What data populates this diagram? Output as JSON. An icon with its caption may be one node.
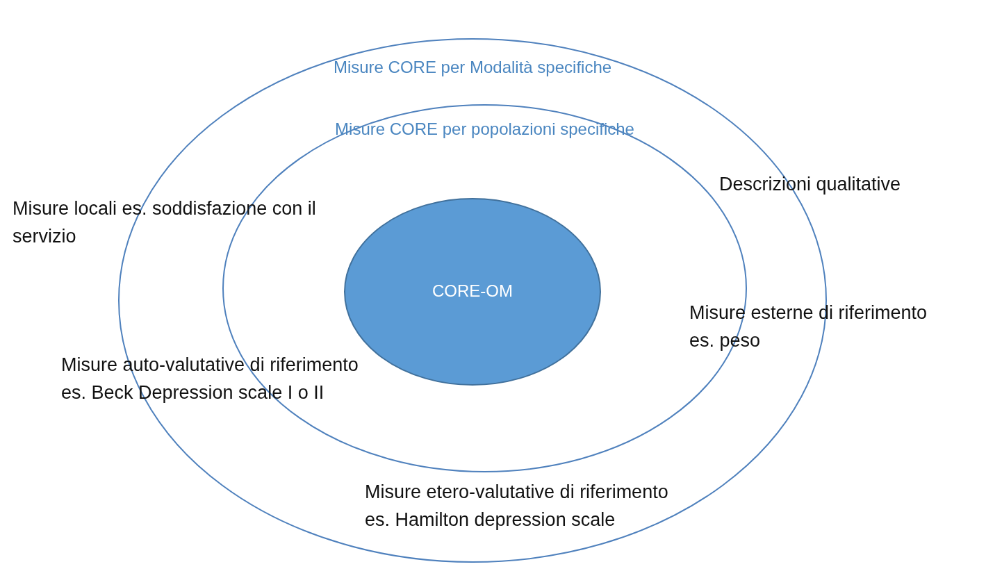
{
  "diagram": {
    "nodes": [
      {
        "text": [
          "Misure CORE per Modalità specifiche"
        ]
      },
      {
        "text": [
          "Misure CORE per popolazioni specifiche"
        ],
        "in": 0
      },
      {
        "text": [
          "CORE-OM"
        ],
        "in": 1
      }
    ],
    "labels": [
      "Descrizioni qualitative",
      "Misure locali es. soddisfazione con il servizio",
      "Misure esterne di riferimento es. peso",
      "Misure auto-valutative di riferimento es. Beck Depression scale I o II",
      "Misure etero-valutative di riferimento es. Hamilton depression scale"
    ]
  }
}
